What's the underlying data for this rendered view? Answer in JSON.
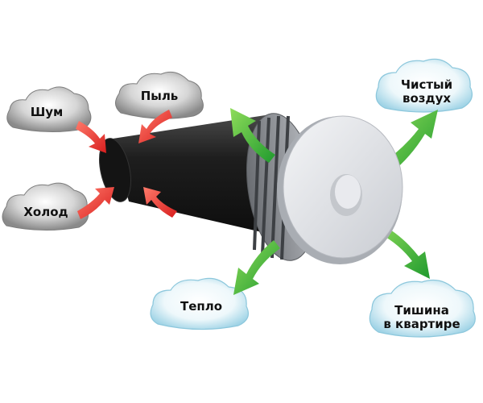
{
  "labels": {
    "noise": "Шум",
    "dust": "Пыль",
    "cold": "Холод",
    "clean_air": "Чистый\nвоздух",
    "warmth": "Тепло",
    "silence": "Тишина\nв квартире"
  },
  "colors": {
    "dark_cloud": "#9a9a9a",
    "light_cloud": "#d9f0f7",
    "red_arrow": "#e8322e",
    "green_arrow": "#34b53a",
    "pipe": "#1c1c1c",
    "cap": "#e2e4e8"
  }
}
